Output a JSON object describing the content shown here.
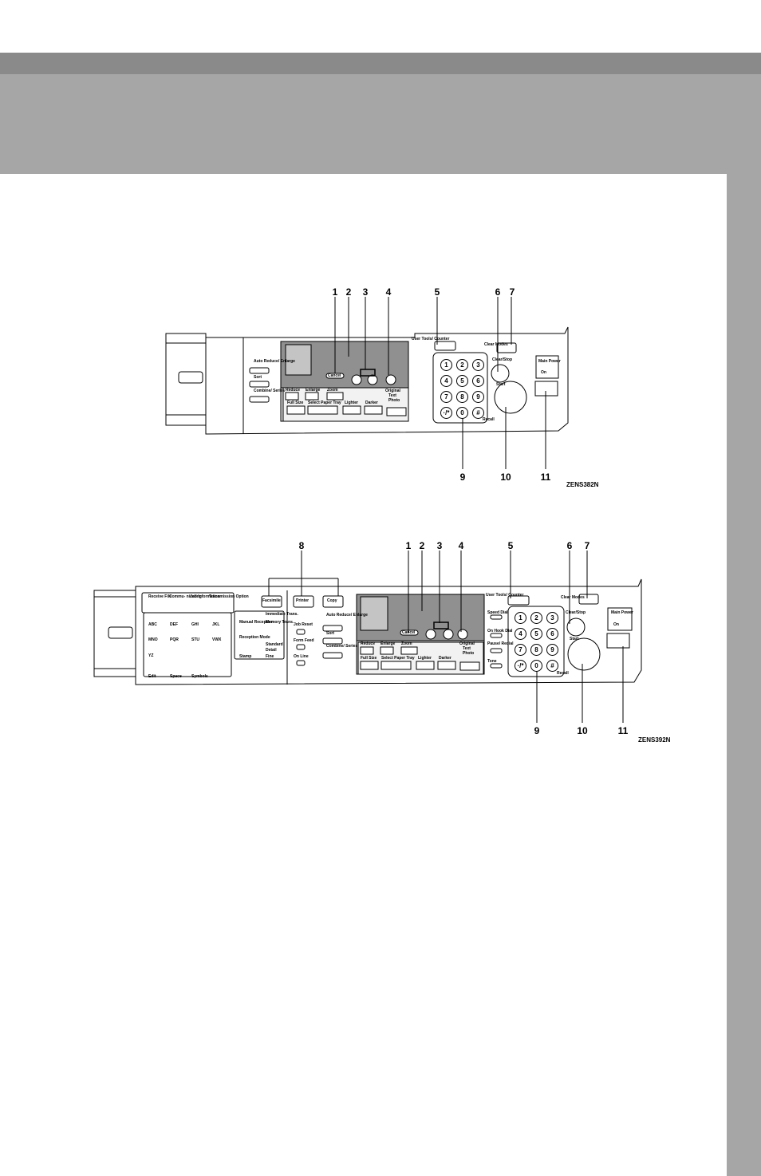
{
  "panel_a": {
    "callouts": [
      "1",
      "2",
      "3",
      "4",
      "5",
      "6",
      "7",
      "9",
      "10",
      "11"
    ],
    "code": "ZENS382N",
    "labels": {
      "autoreduce": "Auto Reduce/ Enlarge",
      "sort": "Sort",
      "combine": "Combine/ Series",
      "reduce": "Reduce",
      "enlarge": "Enlarge",
      "zoom": "Zoom",
      "fullsize": "Full Size",
      "paper_tray": "Select Paper Tray",
      "lighter": "Lighter",
      "darker": "Darker",
      "original": "Original",
      "text": "Text",
      "photo": "Photo",
      "cancel": "Cancel",
      "user_tools": "User Tools/ Counter",
      "clear_modes": "Clear Modes",
      "clear_stop": "Clear/Stop",
      "start": "Start",
      "main_power": "Main Power",
      "on": "On",
      "recall": "Recall"
    },
    "keys": [
      "1",
      "2",
      "3",
      "4",
      "5",
      "6",
      "7",
      "8",
      "9",
      "·/*",
      "0",
      "#"
    ]
  },
  "panel_b": {
    "callouts": [
      "8",
      "1",
      "2",
      "3",
      "4",
      "5",
      "6",
      "7",
      "9",
      "10",
      "11"
    ],
    "code": "ZENS392N",
    "labels": {
      "facsimile": "Facsimile",
      "printer": "Printer",
      "copy": "Copy",
      "receive_file": "Receive File",
      "communicating": "Commu- nicating",
      "job_information": "Job Information",
      "transmission_option": "Transmission Option",
      "manual_reception": "Manual Reception",
      "immediate_trans": "Immediate Trans.",
      "memory_trans": "Memory Trans.",
      "reception_mode": "Reception Mode",
      "standard": "Standard",
      "detail": "Detail",
      "stamp": "Stamp",
      "fine": "Fine",
      "job_reset": "Job Reset",
      "form_feed": "Form Feed",
      "on_line": "On Line",
      "speed_dial": "Speed Dial",
      "on_hook_dial": "On Hook Dial",
      "pause_redial": "Pause/ Redial",
      "tone": "Tone",
      "abc": "ABC",
      "def": "DEF",
      "ghi": "GHI",
      "jkl": "JKL",
      "mno": "MNO",
      "pqr": "PQR",
      "stu": "STU",
      "vwx": "VWX",
      "yz": "YZ",
      "edit": "Edit",
      "space": "Space",
      "symbols": "Symbols"
    }
  }
}
